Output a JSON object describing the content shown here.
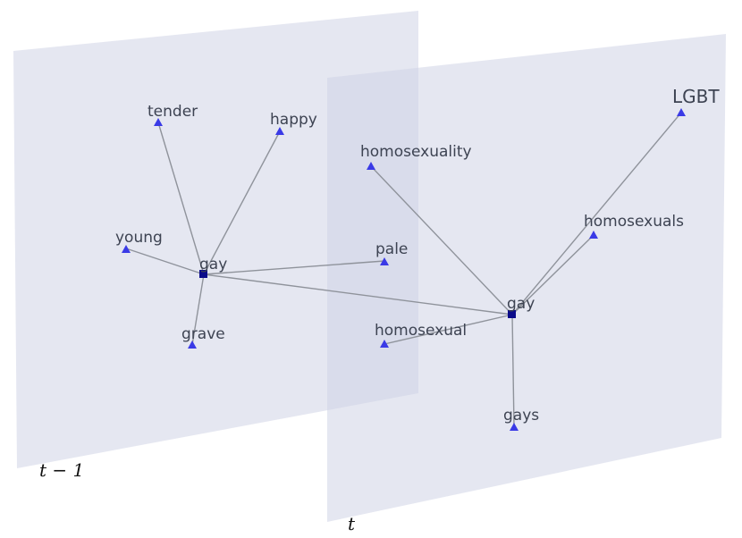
{
  "planes": [
    {
      "id": "prev",
      "label": "t − 1"
    },
    {
      "id": "curr",
      "label": "t"
    }
  ],
  "colors": {
    "plane_fill": "#cfd4e6",
    "neighbor_marker": "#3a3ae6",
    "center_marker": "#0b0b8a",
    "edge": "#8f939b"
  },
  "nodes": {
    "prev": {
      "center": "gay",
      "neighbors": [
        "tender",
        "happy",
        "young",
        "pale",
        "grave"
      ]
    },
    "curr": {
      "center": "gay",
      "neighbors": [
        "homosexuality",
        "LGBT",
        "homosexuals",
        "homosexual",
        "gays"
      ]
    }
  }
}
